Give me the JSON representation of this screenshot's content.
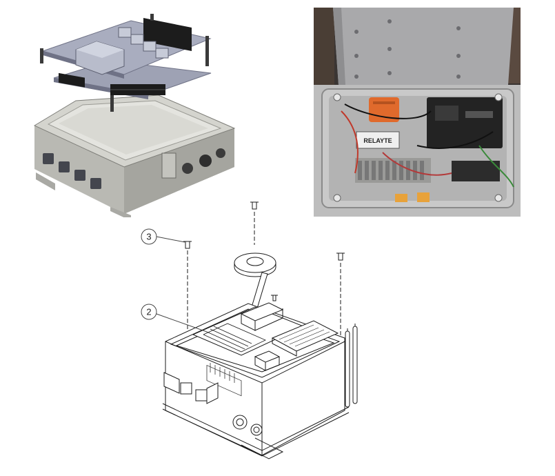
{
  "photo": {
    "module_label": "RELAYTE"
  },
  "callouts": [
    {
      "label": "3"
    },
    {
      "label": "2"
    }
  ],
  "colors": {
    "cad_plate": "#9ea2b4",
    "cad_plate_dark": "#6f7286",
    "cad_connector": "#1c1c1c",
    "enclosure_body": "#cfcfc9",
    "enclosure_shadow": "#8f8f8a",
    "photo_background": "#3a3533",
    "photo_lid": "#a9a9ab",
    "photo_box_interior": "#c9c9c9",
    "photo_orange_module": "#e06a2c",
    "photo_board_dark": "#232323",
    "photo_terminal_grey": "#9a9a98",
    "photo_capacitor_yellow": "#e8a23a",
    "line_drawing": "#1a1a1a"
  }
}
